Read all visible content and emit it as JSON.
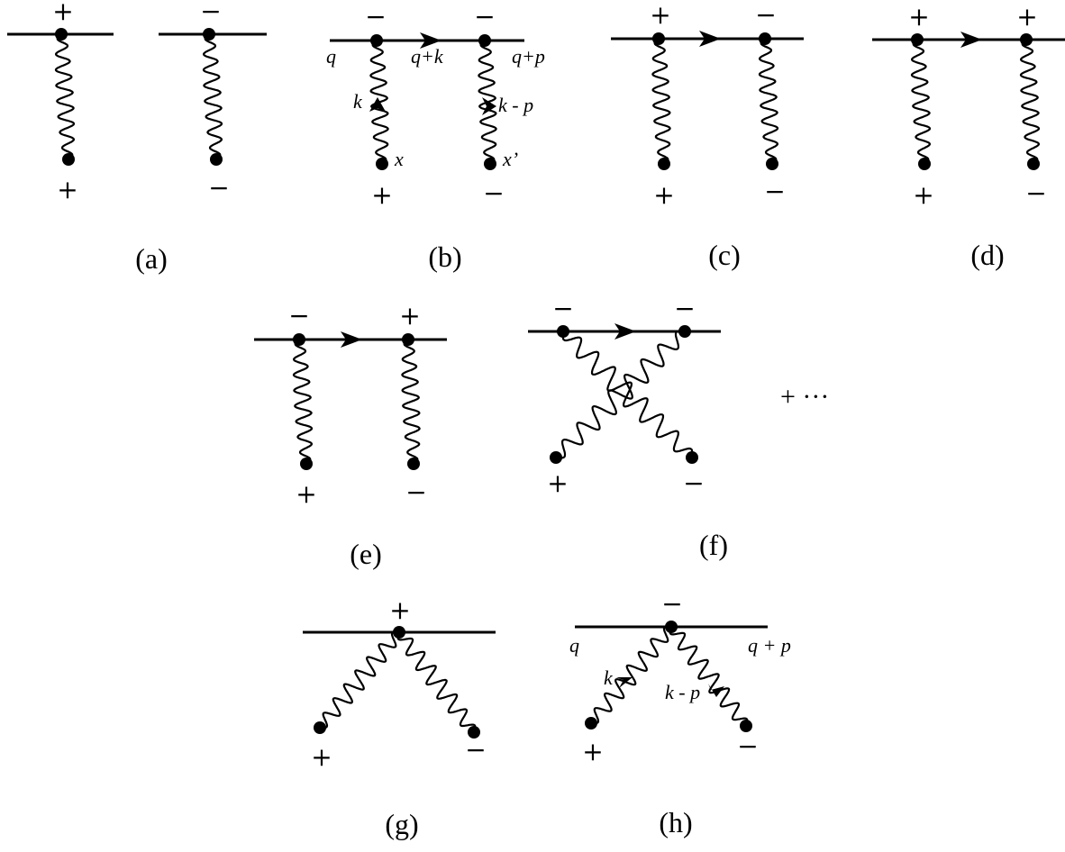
{
  "sign_plus": "+",
  "sign_minus": "−",
  "captions": {
    "a": "(a)",
    "b": "(b)",
    "c": "(c)",
    "d": "(d)",
    "e": "(e)",
    "f": "(f)",
    "g": "(g)",
    "h": "(h)"
  },
  "momentum_labels": {
    "b_q": "q",
    "b_q_plus_k": "q+k",
    "b_q_plus_p": "q+p",
    "b_k": "k",
    "b_k_minus_p": "k - p",
    "b_x": "x",
    "b_x_prime": "x’",
    "h_q": "q",
    "h_q_plus_p": "q + p",
    "h_k": "k",
    "h_k_minus_p": "k - p"
  },
  "continuation": "+ ···"
}
